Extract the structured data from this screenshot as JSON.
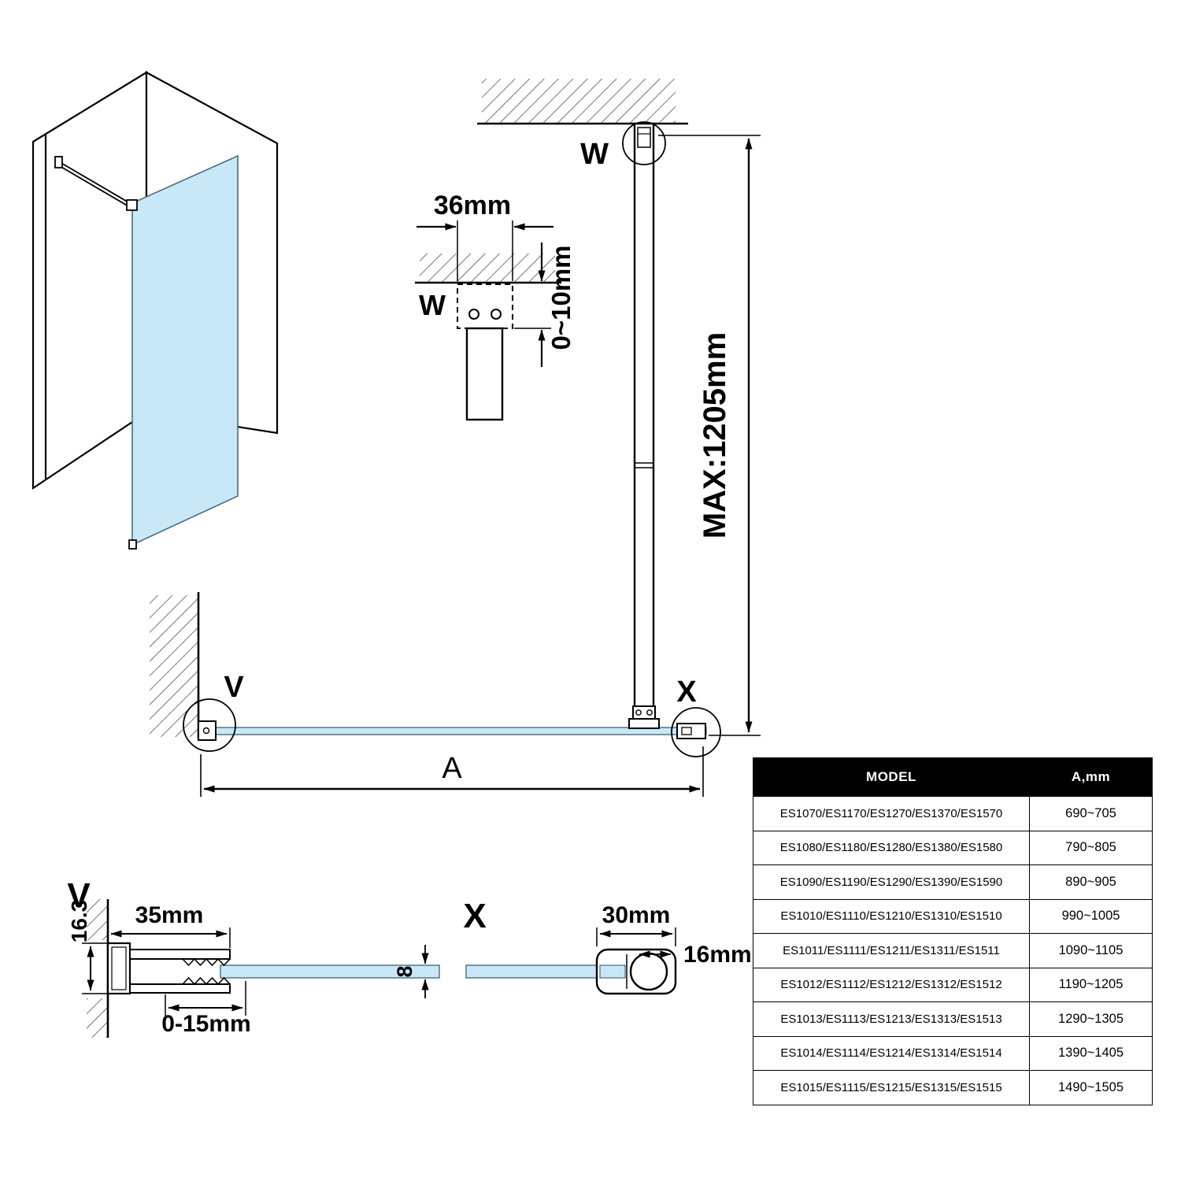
{
  "colors": {
    "glass": "#c9e8f7",
    "line": "#000000",
    "table_header_bg": "#000000",
    "table_header_text": "#ffffff"
  },
  "diagram": {
    "detail_w": {
      "label": "W",
      "bracket_width": "36mm",
      "adjust_gap": "0~10mm"
    },
    "support_bar": {
      "label_top": "W",
      "max_length": "MAX:1205mm",
      "label_bottom": "X"
    },
    "front_view": {
      "wall_anchor_label": "V",
      "width_label": "A"
    },
    "detail_v": {
      "label": "V",
      "profile_depth": "16.3",
      "profile_width": "35mm",
      "adjust_range": "0-15mm",
      "glass_thickness": "8"
    },
    "detail_x": {
      "label": "X",
      "clamp_width": "30mm",
      "clamp_offset": "16mm"
    }
  },
  "table": {
    "headers": {
      "model": "MODEL",
      "a": "A,mm"
    },
    "rows": [
      {
        "model": "ES1070/ES1170/ES1270/ES1370/ES1570",
        "a": "690~705"
      },
      {
        "model": "ES1080/ES1180/ES1280/ES1380/ES1580",
        "a": "790~805"
      },
      {
        "model": "ES1090/ES1190/ES1290/ES1390/ES1590",
        "a": "890~905"
      },
      {
        "model": "ES1010/ES1110/ES1210/ES1310/ES1510",
        "a": "990~1005"
      },
      {
        "model": "ES1011/ES1111/ES1211/ES1311/ES1511",
        "a": "1090~1105"
      },
      {
        "model": "ES1012/ES1112/ES1212/ES1312/ES1512",
        "a": "1190~1205"
      },
      {
        "model": "ES1013/ES1113/ES1213/ES1313/ES1513",
        "a": "1290~1305"
      },
      {
        "model": "ES1014/ES1114/ES1214/ES1314/ES1514",
        "a": "1390~1405"
      },
      {
        "model": "ES1015/ES1115/ES1215/ES1315/ES1515",
        "a": "1490~1505"
      }
    ]
  }
}
